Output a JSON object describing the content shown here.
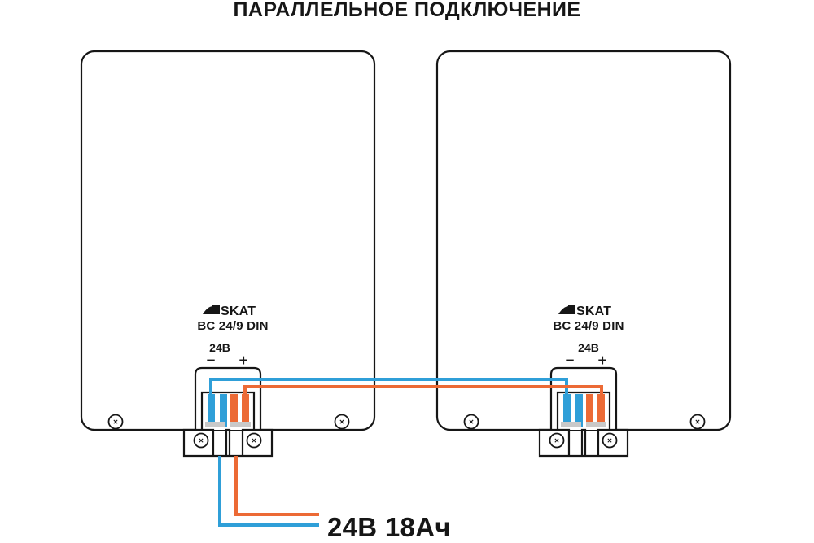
{
  "title": "ПАРАЛЛЕЛЬНОЕ ПОДКЛЮЧЕНИЕ",
  "colors": {
    "wire_blue": "#2f9fd8",
    "wire_orange": "#ec6a35",
    "outline": "#161616",
    "plate_gray": "#c9c9c9",
    "background": "#ffffff"
  },
  "modules": [
    {
      "id": "left",
      "brand": "SKAT",
      "model": "BC 24/9 DIN",
      "voltage_label": "24В",
      "terminal_minus": "–",
      "terminal_plus": "+",
      "logo_icon": "skat-logo-icon",
      "screws": [
        "screw-icon",
        "screw-icon"
      ],
      "terminal_bars": [
        {
          "index": 1,
          "color": "#2f9fd8"
        },
        {
          "index": 2,
          "color": "#2f9fd8"
        },
        {
          "index": 3,
          "color": "#ec6a35"
        },
        {
          "index": 4,
          "color": "#ec6a35"
        }
      ],
      "block_screws": [
        "screw-icon",
        "screw-icon"
      ]
    },
    {
      "id": "right",
      "brand": "SKAT",
      "model": "BC 24/9 DIN",
      "voltage_label": "24В",
      "terminal_minus": "–",
      "terminal_plus": "+",
      "logo_icon": "skat-logo-icon",
      "screws": [
        "screw-icon",
        "screw-icon"
      ],
      "terminal_bars": [
        {
          "index": 1,
          "color": "#2f9fd8"
        },
        {
          "index": 2,
          "color": "#2f9fd8"
        },
        {
          "index": 3,
          "color": "#ec6a35"
        },
        {
          "index": 4,
          "color": "#ec6a35"
        }
      ],
      "block_screws": [
        "screw-icon",
        "screw-icon"
      ]
    }
  ],
  "battery": {
    "label": "24В 18Ач"
  },
  "screw_glyph": "✕"
}
